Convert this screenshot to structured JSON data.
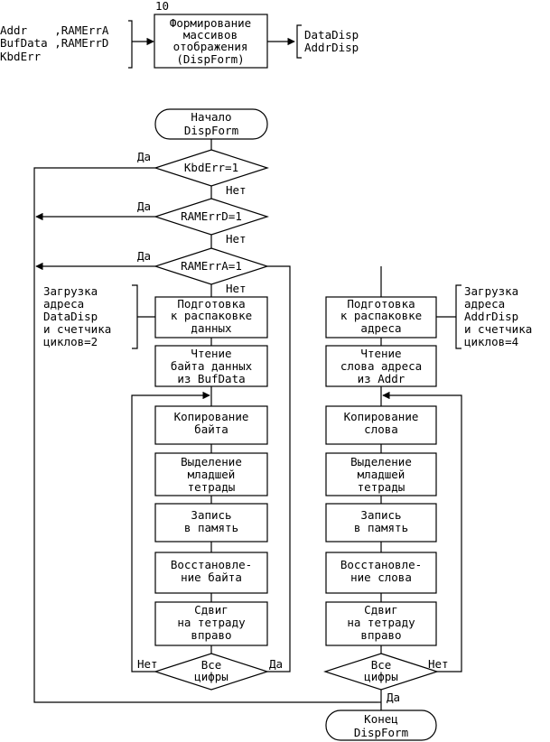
{
  "header": {
    "step_number": "10",
    "inputs": [
      "Addr    ,RAMErrA",
      "BufData ,RAMErrD",
      "KbdErr"
    ],
    "process": [
      "Формирование",
      "массивов",
      "отображения",
      "(DispForm)"
    ],
    "outputs": [
      "DataDisp",
      "AddrDisp"
    ]
  },
  "flow": {
    "start": [
      "Начало",
      "DispForm"
    ],
    "end": [
      "Конец",
      "DispForm"
    ],
    "decisions": {
      "kbd": "KbdErr=1",
      "ramd": "RAMErrD=1",
      "rama": "RAMErrA=1",
      "left_digits": [
        "Все",
        "цифры"
      ],
      "right_digits": [
        "Все",
        "цифры"
      ]
    },
    "labels": {
      "yes": "Да",
      "no": "Нет"
    },
    "left_column": {
      "prep": [
        "Подготовка",
        "к распаковке",
        "данных"
      ],
      "read": [
        "Чтение",
        "байта данных",
        "из BufData"
      ],
      "copy": [
        "Копирование",
        "байта"
      ],
      "extract": [
        "Выделение",
        "младшей",
        "тетрады"
      ],
      "write": [
        "Запись",
        "в память"
      ],
      "restore": [
        "Восстановле-",
        "ние байта"
      ],
      "shift": [
        "Сдвиг",
        "на тетраду",
        "вправо"
      ]
    },
    "right_column": {
      "prep": [
        "Подготовка",
        "к распаковке",
        "адреса"
      ],
      "read": [
        "Чтение",
        "слова адреса",
        "из Addr"
      ],
      "copy": [
        "Копирование",
        "слова"
      ],
      "extract": [
        "Выделение",
        "младшей",
        "тетрады"
      ],
      "write": [
        "Запись",
        "в память"
      ],
      "restore": [
        "Восстановле-",
        "ние слова"
      ],
      "shift": [
        "Сдвиг",
        "на тетраду",
        "вправо"
      ]
    },
    "comments": {
      "left": [
        "Загрузка",
        "адреса",
        "DataDisp",
        "и счетчика",
        "циклов=2"
      ],
      "right": [
        "Загрузка",
        "адреса",
        "AddrDisp",
        "и счетчика",
        "циклов=4"
      ]
    }
  }
}
